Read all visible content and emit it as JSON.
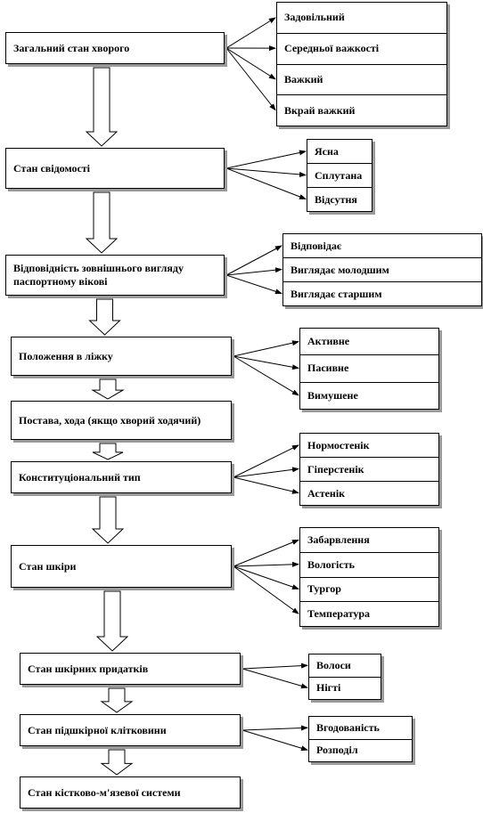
{
  "rows": [
    {
      "label": "Загальний стан хворого",
      "options": [
        "Задовільний",
        "Середньої важкості",
        "Важкий",
        "Вкрай важкий"
      ]
    },
    {
      "label": "Стан свідомості",
      "options": [
        "Ясна",
        "Сплутана",
        "Відсутня"
      ]
    },
    {
      "label": "Відповідність зовнішнього вигляду паспортному вікові",
      "options": [
        "Відповідає",
        "Виглядає молодшим",
        "Виглядає старшим"
      ]
    },
    {
      "label": "Положення в ліжку",
      "options": [
        "Активне",
        "Пасивне",
        "Вимушене"
      ]
    },
    {
      "label": "Постава, хода (якщо хворий ходячий)",
      "options": []
    },
    {
      "label": "Конституціональний тип",
      "options": [
        "Нормостенік",
        "Гіперстенік",
        "Астенік"
      ]
    },
    {
      "label": "Стан шкіри",
      "options": [
        "Забарвлення",
        "Вологість",
        "Тургор",
        "Температура"
      ]
    },
    {
      "label": "Стан шкірних придатків",
      "options": [
        "Волоси",
        "Нігті"
      ]
    },
    {
      "label": "Стан підшкірної клітковини",
      "options": [
        "Вгодованість",
        "Розподіл"
      ]
    },
    {
      "label": "Стан кістково-м'язевої системи",
      "options": []
    }
  ]
}
